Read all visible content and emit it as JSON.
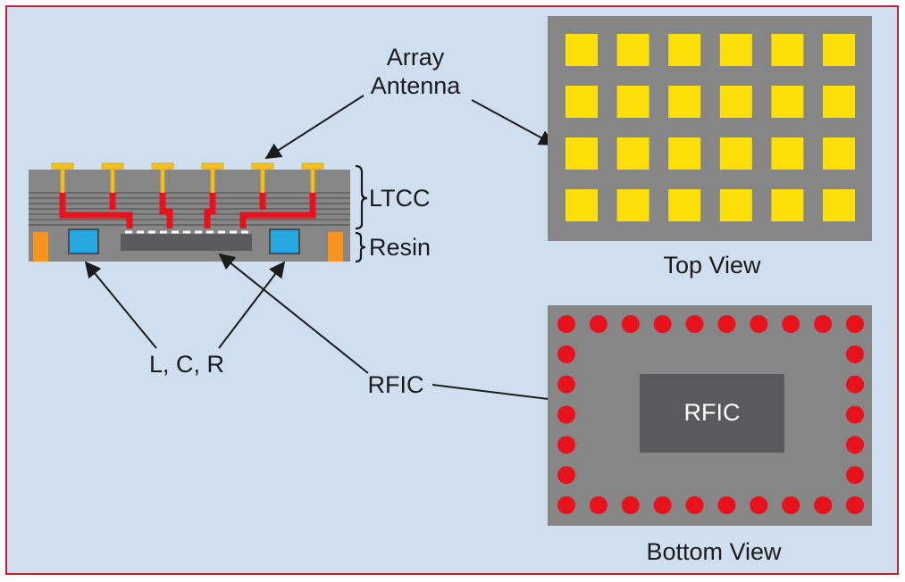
{
  "colors": {
    "background": "#cfdff0",
    "frame": "#c0212f",
    "module_gray": "#868686",
    "layer_line": "#5e5e5e",
    "pad_yellow": "#ffdf0a",
    "via_red": "#e8121c",
    "rfic_dark": "#5a5a5c",
    "component_blue": "#27a8e0",
    "terminal_orange": "#f7941d",
    "text": "#1b1b1b"
  },
  "labels": {
    "array_antenna_line1": "Array",
    "array_antenna_line2": "Antenna",
    "ltcc": "LTCC",
    "resin": "Resin",
    "lcr": "L, C, R",
    "rfic_callout": "RFIC",
    "rfic_chip": "RFIC",
    "top_view": "Top View",
    "bottom_view": "Bottom View"
  },
  "top_view": {
    "pad_rows": 4,
    "pad_cols": 6
  },
  "bottom_view": {
    "ball_cols": 10,
    "ball_rows": 7
  },
  "icons": {
    "layer_brace": "curly-brace-icon",
    "pointer": "arrow-icon"
  }
}
